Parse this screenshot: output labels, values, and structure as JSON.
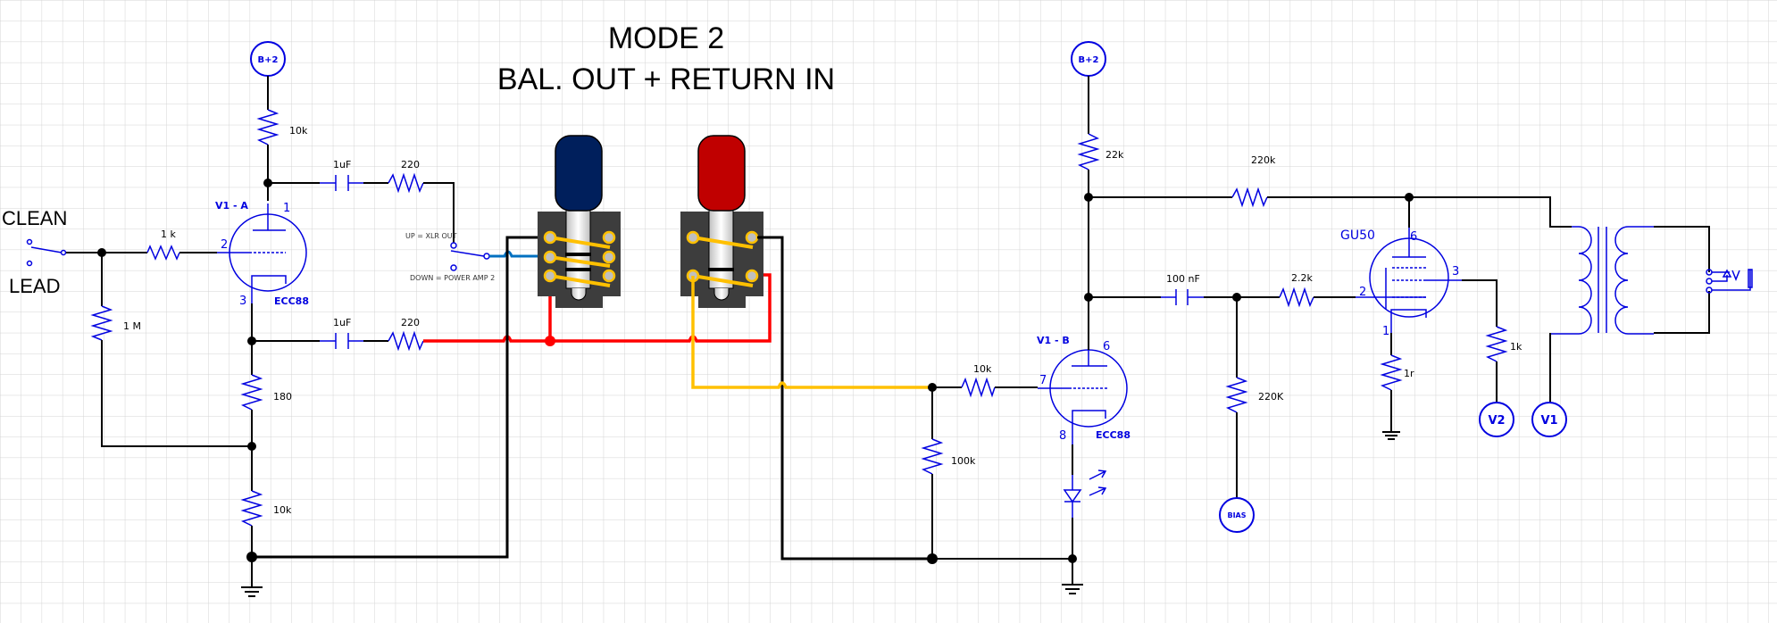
{
  "title": {
    "line1": "MODE 2",
    "line2": "BAL. OUT  + RETURN IN"
  },
  "switch_input": {
    "label_up": "CLEAN",
    "label_down": "LEAD"
  },
  "switch_output": {
    "label_up": "UP = XLR OUT",
    "label_down": "DOWN = POWER AMP 2"
  },
  "supply_nodes": {
    "bplus_left": "B+2",
    "bplus_right": "B+2",
    "bias": "BIAS",
    "v1": "V1",
    "v2": "V2"
  },
  "tubes": {
    "v1a": {
      "name": "V1 - A",
      "type": "ECC88",
      "pin_plate": "1",
      "pin_grid": "2",
      "pin_cathode": "3"
    },
    "v1b": {
      "name": "V1 - B",
      "type": "ECC88",
      "pin_plate": "6",
      "pin_grid": "7",
      "pin_cathode": "8"
    },
    "gu50": {
      "name": "GU50",
      "pin_plate": "6",
      "pin_g1": "2",
      "pin_g2": "3",
      "pin_cathode": "1"
    }
  },
  "components": {
    "r_input": "1 k",
    "r_grid_leak": "1 M",
    "r_plate_v1a": "10k",
    "c_out_top": "1uF",
    "r_out_top": "220",
    "c_out_bottom": "1uF",
    "r_out_bottom": "220",
    "r_cathode_180": "180",
    "r_cathode_10k": "10k",
    "r_grid_v1b": "10k",
    "r_return_100k": "100k",
    "r_plate_v1b": "22k",
    "r_feedback": "220k",
    "c_coupling": "100 nF",
    "r_grid_stopper": "2.2k",
    "r_bias": "220K",
    "r_screen": "1k",
    "r_cathode_gu50": "1r"
  },
  "jacks": {
    "balanced_out_color": "#001f5c",
    "return_in_color": "#c00000"
  },
  "colors": {
    "wire": "#000000",
    "component": "#0000e0",
    "blue_wire": "#0070c0",
    "red_wire": "#ff0000",
    "yellow_wire": "#ffc000"
  }
}
